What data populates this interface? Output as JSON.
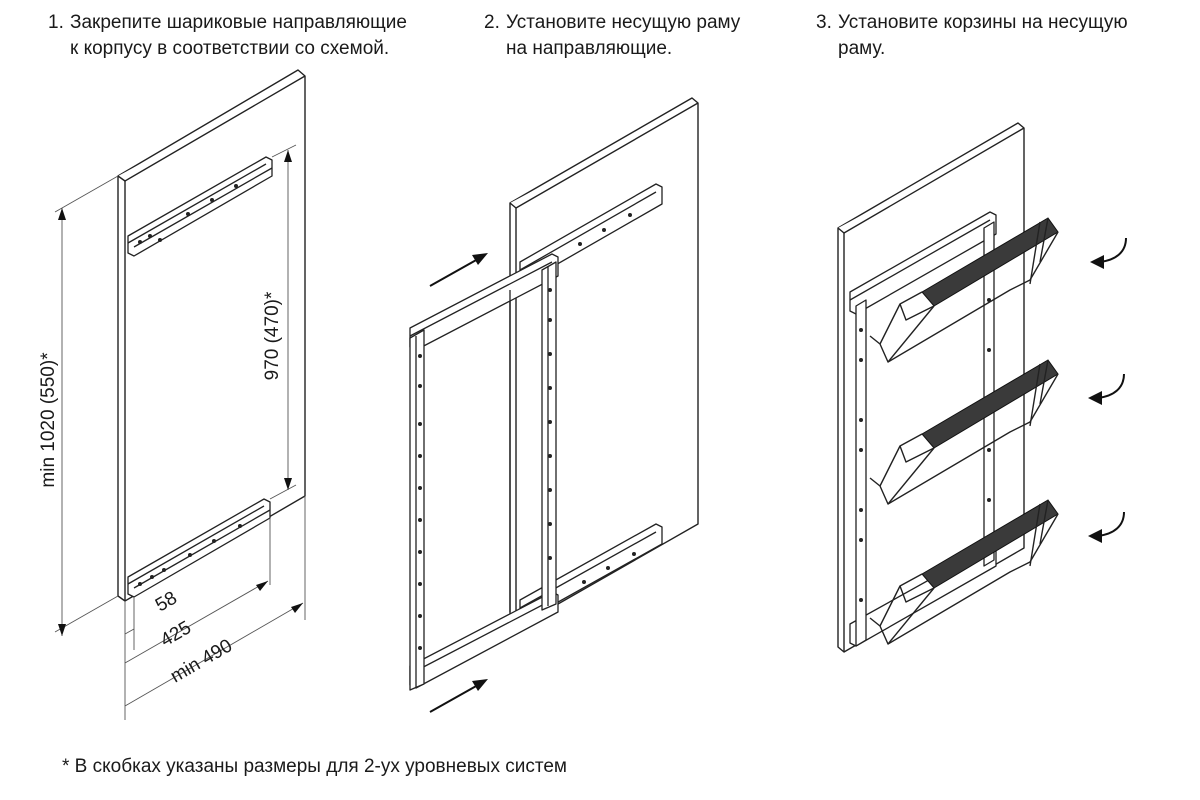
{
  "steps": [
    {
      "num": "1.",
      "line1": "Закрепите шариковые направляющие",
      "line2": "к корпусу в соответствии со схемой."
    },
    {
      "num": "2.",
      "line1": "Установите несущую раму",
      "line2": "на направляющие."
    },
    {
      "num": "3.",
      "line1": "Установите корзины на несущую",
      "line2": "раму."
    }
  ],
  "dimensions": {
    "height_total": "min 1020 (550)*",
    "height_rails": "970 (470)*",
    "offset": "58",
    "rail_depth": "425",
    "depth_total": "min 490"
  },
  "footnote": "* В скобках указаны размеры для 2-ух уровневых систем"
}
